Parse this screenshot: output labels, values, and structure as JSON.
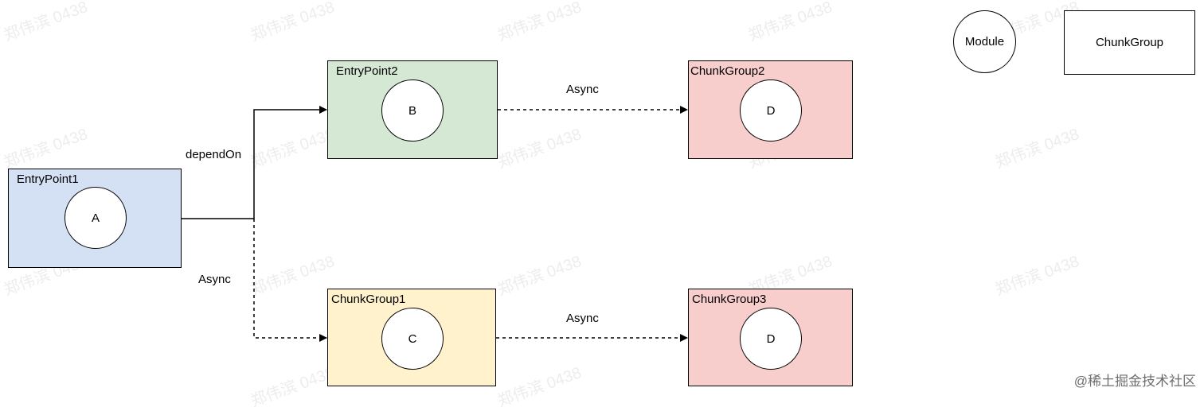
{
  "watermark": "郑伟滨 0438",
  "legend": {
    "module_label": "Module",
    "chunkgroup_label": "ChunkGroup"
  },
  "groups": {
    "entrypoint1": {
      "label": "EntryPoint1",
      "fill": "#d4e1f5",
      "module": "A"
    },
    "entrypoint2": {
      "label": "EntryPoint2",
      "fill": "#d5e8d4",
      "module": "B"
    },
    "chunkgroup1": {
      "label": "ChunkGroup1",
      "fill": "#fff2cc",
      "module": "C"
    },
    "chunkgroup2": {
      "label": "ChunkGroup2",
      "fill": "#f8cecc",
      "module": "D"
    },
    "chunkgroup3": {
      "label": "ChunkGroup3",
      "fill": "#f8cecc",
      "module": "D"
    }
  },
  "edges": {
    "depend_on": "dependOn",
    "async_entry1_cg1": "Async",
    "async_entry2_cg2": "Async",
    "async_cg1_cg3": "Async"
  },
  "footer": "@稀土掘金技术社区"
}
